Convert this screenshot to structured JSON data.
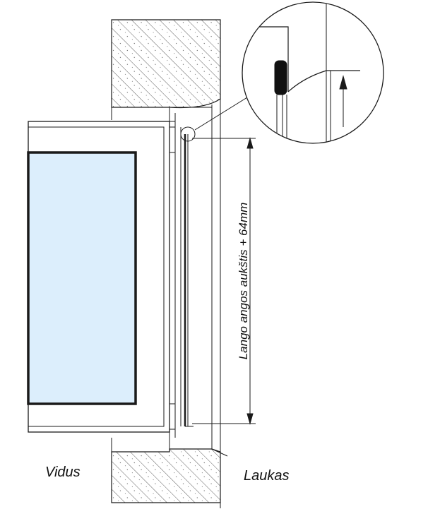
{
  "labels": {
    "dimension": "Lango angos aukštis + 64mm",
    "inside": "Vidus",
    "outside": "Laukas"
  },
  "colors": {
    "line": "#1a1a1a",
    "glass": "#dceefc",
    "background": "#ffffff"
  },
  "icons": {
    "detail_callout": "magnifier-circle",
    "arrow": "arrow-up"
  }
}
